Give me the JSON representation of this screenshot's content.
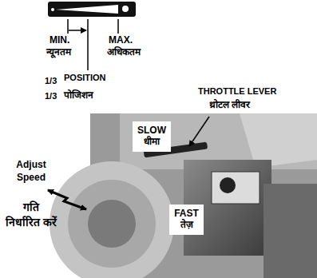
{
  "diagram": {
    "nodes": [
      {
        "text": [
          "SLOW",
          "धीमा"
        ]
      },
      {
        "text": [
          "FAST",
          "तेज़"
        ]
      }
    ],
    "labels": [
      "MIN.",
      "न्यूनतम",
      "MAX.",
      "अधिकतम",
      "1/3",
      "POSITION",
      "1/3",
      "पोजिशन",
      "THROTTLE LEVER",
      "थ्रोटल लीवर",
      "Adjust Speed",
      "गति निर्धारित करें"
    ]
  }
}
